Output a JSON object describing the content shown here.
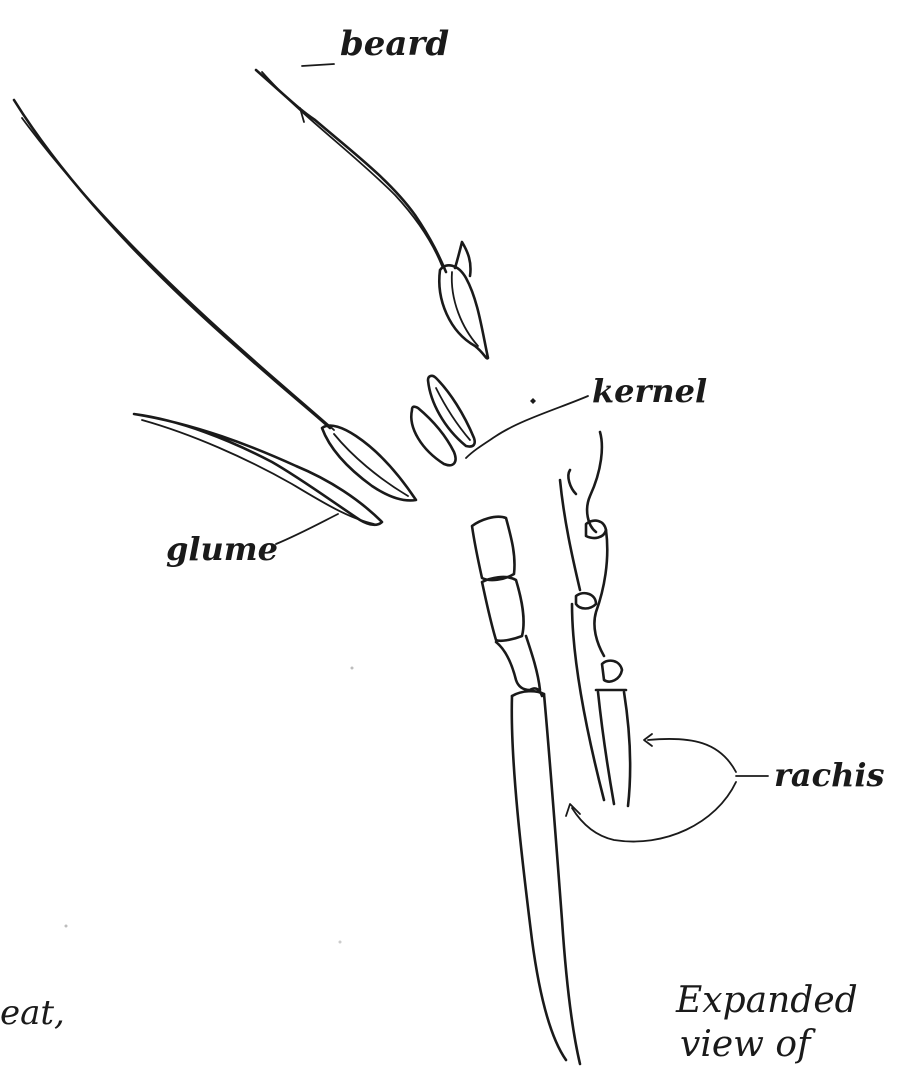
{
  "labels": {
    "beard": "beard",
    "kernel": "kernel",
    "glume": "glume",
    "rachis": "rachis",
    "note_line1": "Expanded",
    "note_line2": "view of",
    "partial_left": "eat,"
  },
  "ink_color": "#1a1a1a",
  "background_color": "#ffffff"
}
